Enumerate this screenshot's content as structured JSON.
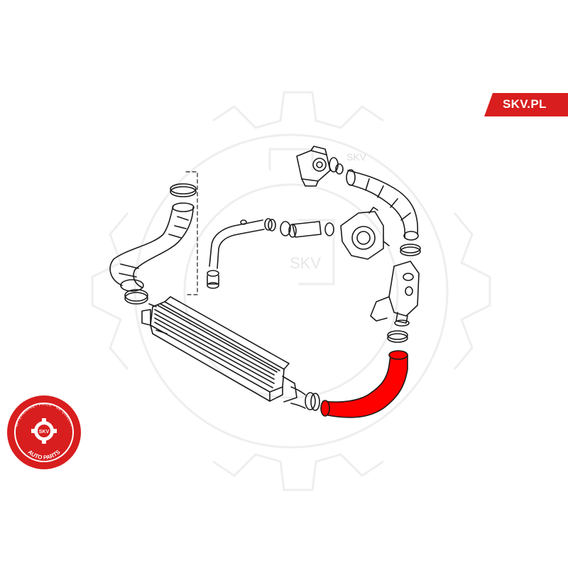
{
  "brand": {
    "tag_text": "SKV.PL",
    "tag_color": "#d81e1e"
  },
  "badge": {
    "ring_top_text": "AFTERMARKET PRICE - OE QUALITY",
    "ring_bottom_text": "AUTO PARTS",
    "center_text": "SKV",
    "color": "#d81e1e"
  },
  "watermark": {
    "text_1": "SKV",
    "text_2": "SKV"
  },
  "diagram": {
    "highlight_color": "#ff0000",
    "line_color": "#1a1a1a",
    "parts": [
      {
        "name": "intercooler",
        "icon": "intercooler-icon"
      },
      {
        "name": "intercooler-inlet-hose",
        "icon": "hose-icon"
      },
      {
        "name": "intercooler-outlet-hose-highlighted",
        "icon": "hose-icon"
      },
      {
        "name": "throttle-body",
        "icon": "throttle-icon"
      },
      {
        "name": "turbo-outlet-pipe",
        "icon": "pipe-icon"
      },
      {
        "name": "egr-housing",
        "icon": "egr-icon"
      },
      {
        "name": "hose-clamps",
        "icon": "clamp-icon"
      }
    ]
  }
}
